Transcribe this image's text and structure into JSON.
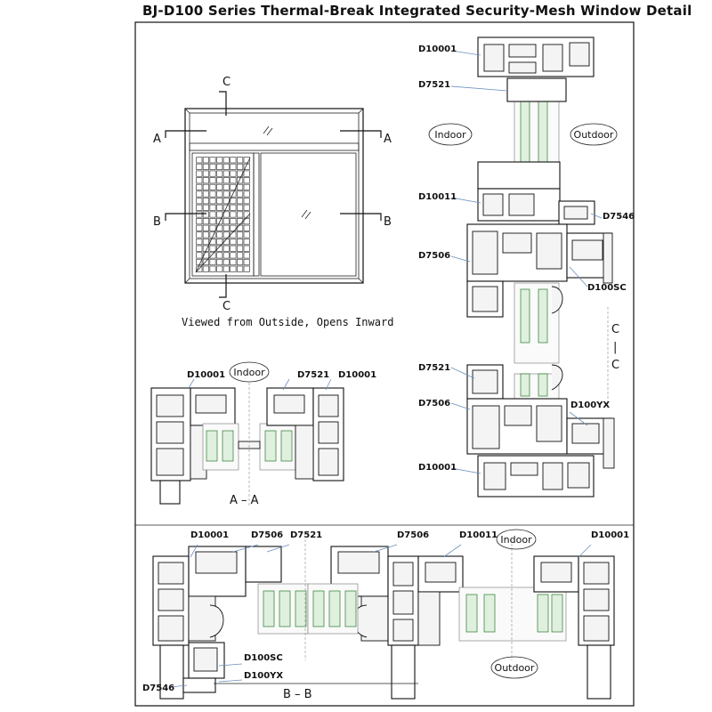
{
  "title": "BJ-D100 Series Thermal-Break Integrated Security-Mesh Window Detail",
  "elevation": {
    "caption": "Viewed from Outside, Opens Inward",
    "cut_labels": {
      "a": "A",
      "b": "B",
      "c": "C"
    }
  },
  "sections": {
    "aa": "A – A",
    "bb": "B – B",
    "cc": [
      "C",
      "|",
      "C"
    ]
  },
  "bubbles": {
    "indoor": "Indoor",
    "outdoor": "Outdoor"
  },
  "profiles": {
    "d10001": "D10001",
    "d7521": "D7521",
    "d10011": "D10011",
    "d7546": "D7546",
    "d7506": "D7506",
    "d100sc": "D100SC",
    "d100yx": "D100YX"
  }
}
